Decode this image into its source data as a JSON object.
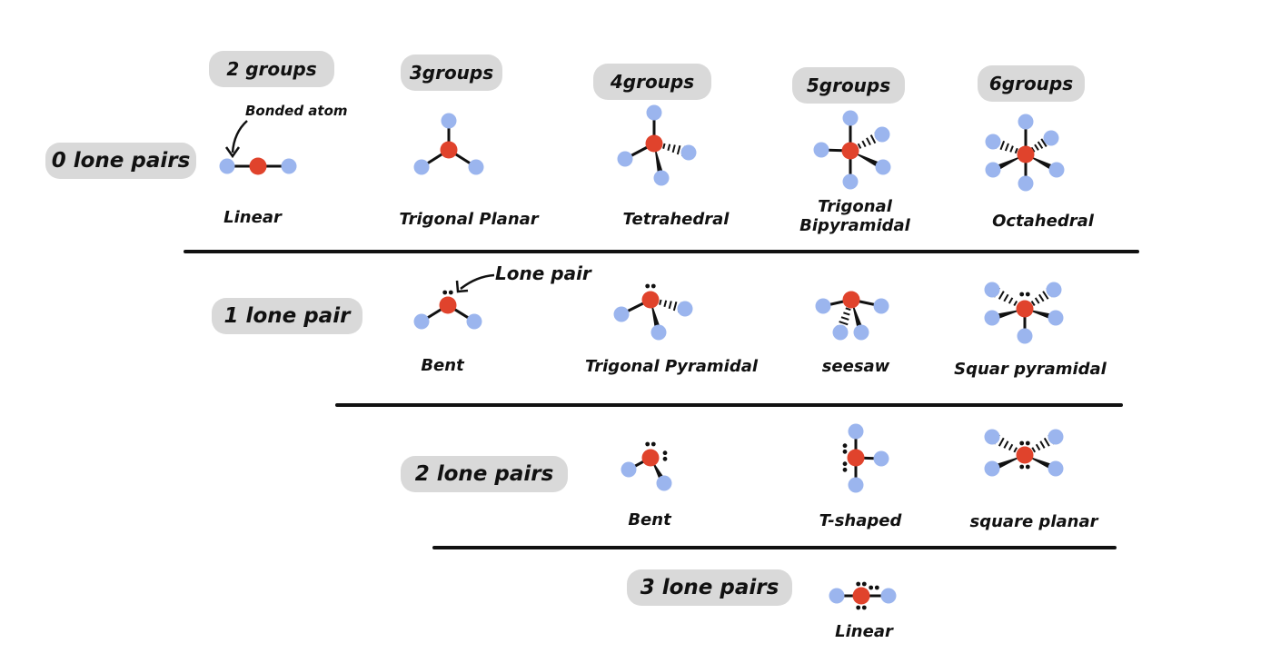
{
  "column_headers": [
    "2 groups",
    "3groups",
    "4groups",
    "5groups",
    "6groups"
  ],
  "row_headers": [
    "0 lone pairs",
    "1 lone pair",
    "2 lone pairs",
    "3 lone pairs"
  ],
  "annotations": {
    "bonded_atom": "Bonded atom",
    "lone_pair": "Lone pair"
  },
  "shapes": {
    "linear": "Linear",
    "trigonal_planar": "Trigonal Planar",
    "tetrahedral": "Tetrahedral",
    "trigonal_bipyramidal_1": "Trigonal",
    "trigonal_bipyramidal_2": "Bipyramidal",
    "octahedral": "Octahedral",
    "bent_1": "Bent",
    "trigonal_pyramidal": "Trigonal Pyramidal",
    "seesaw": "seesaw",
    "square_pyramidal": "Squar pyramidal",
    "bent_2": "Bent",
    "t_shaped": "T-shaped",
    "square_planar": "square planar",
    "linear_3": "Linear"
  },
  "colors": {
    "central_atom": "#e0432c",
    "bonded_atom": "#9bb5ee",
    "bond": "#111111",
    "header_pill": "#d9d9d9",
    "divider": "#111111"
  }
}
